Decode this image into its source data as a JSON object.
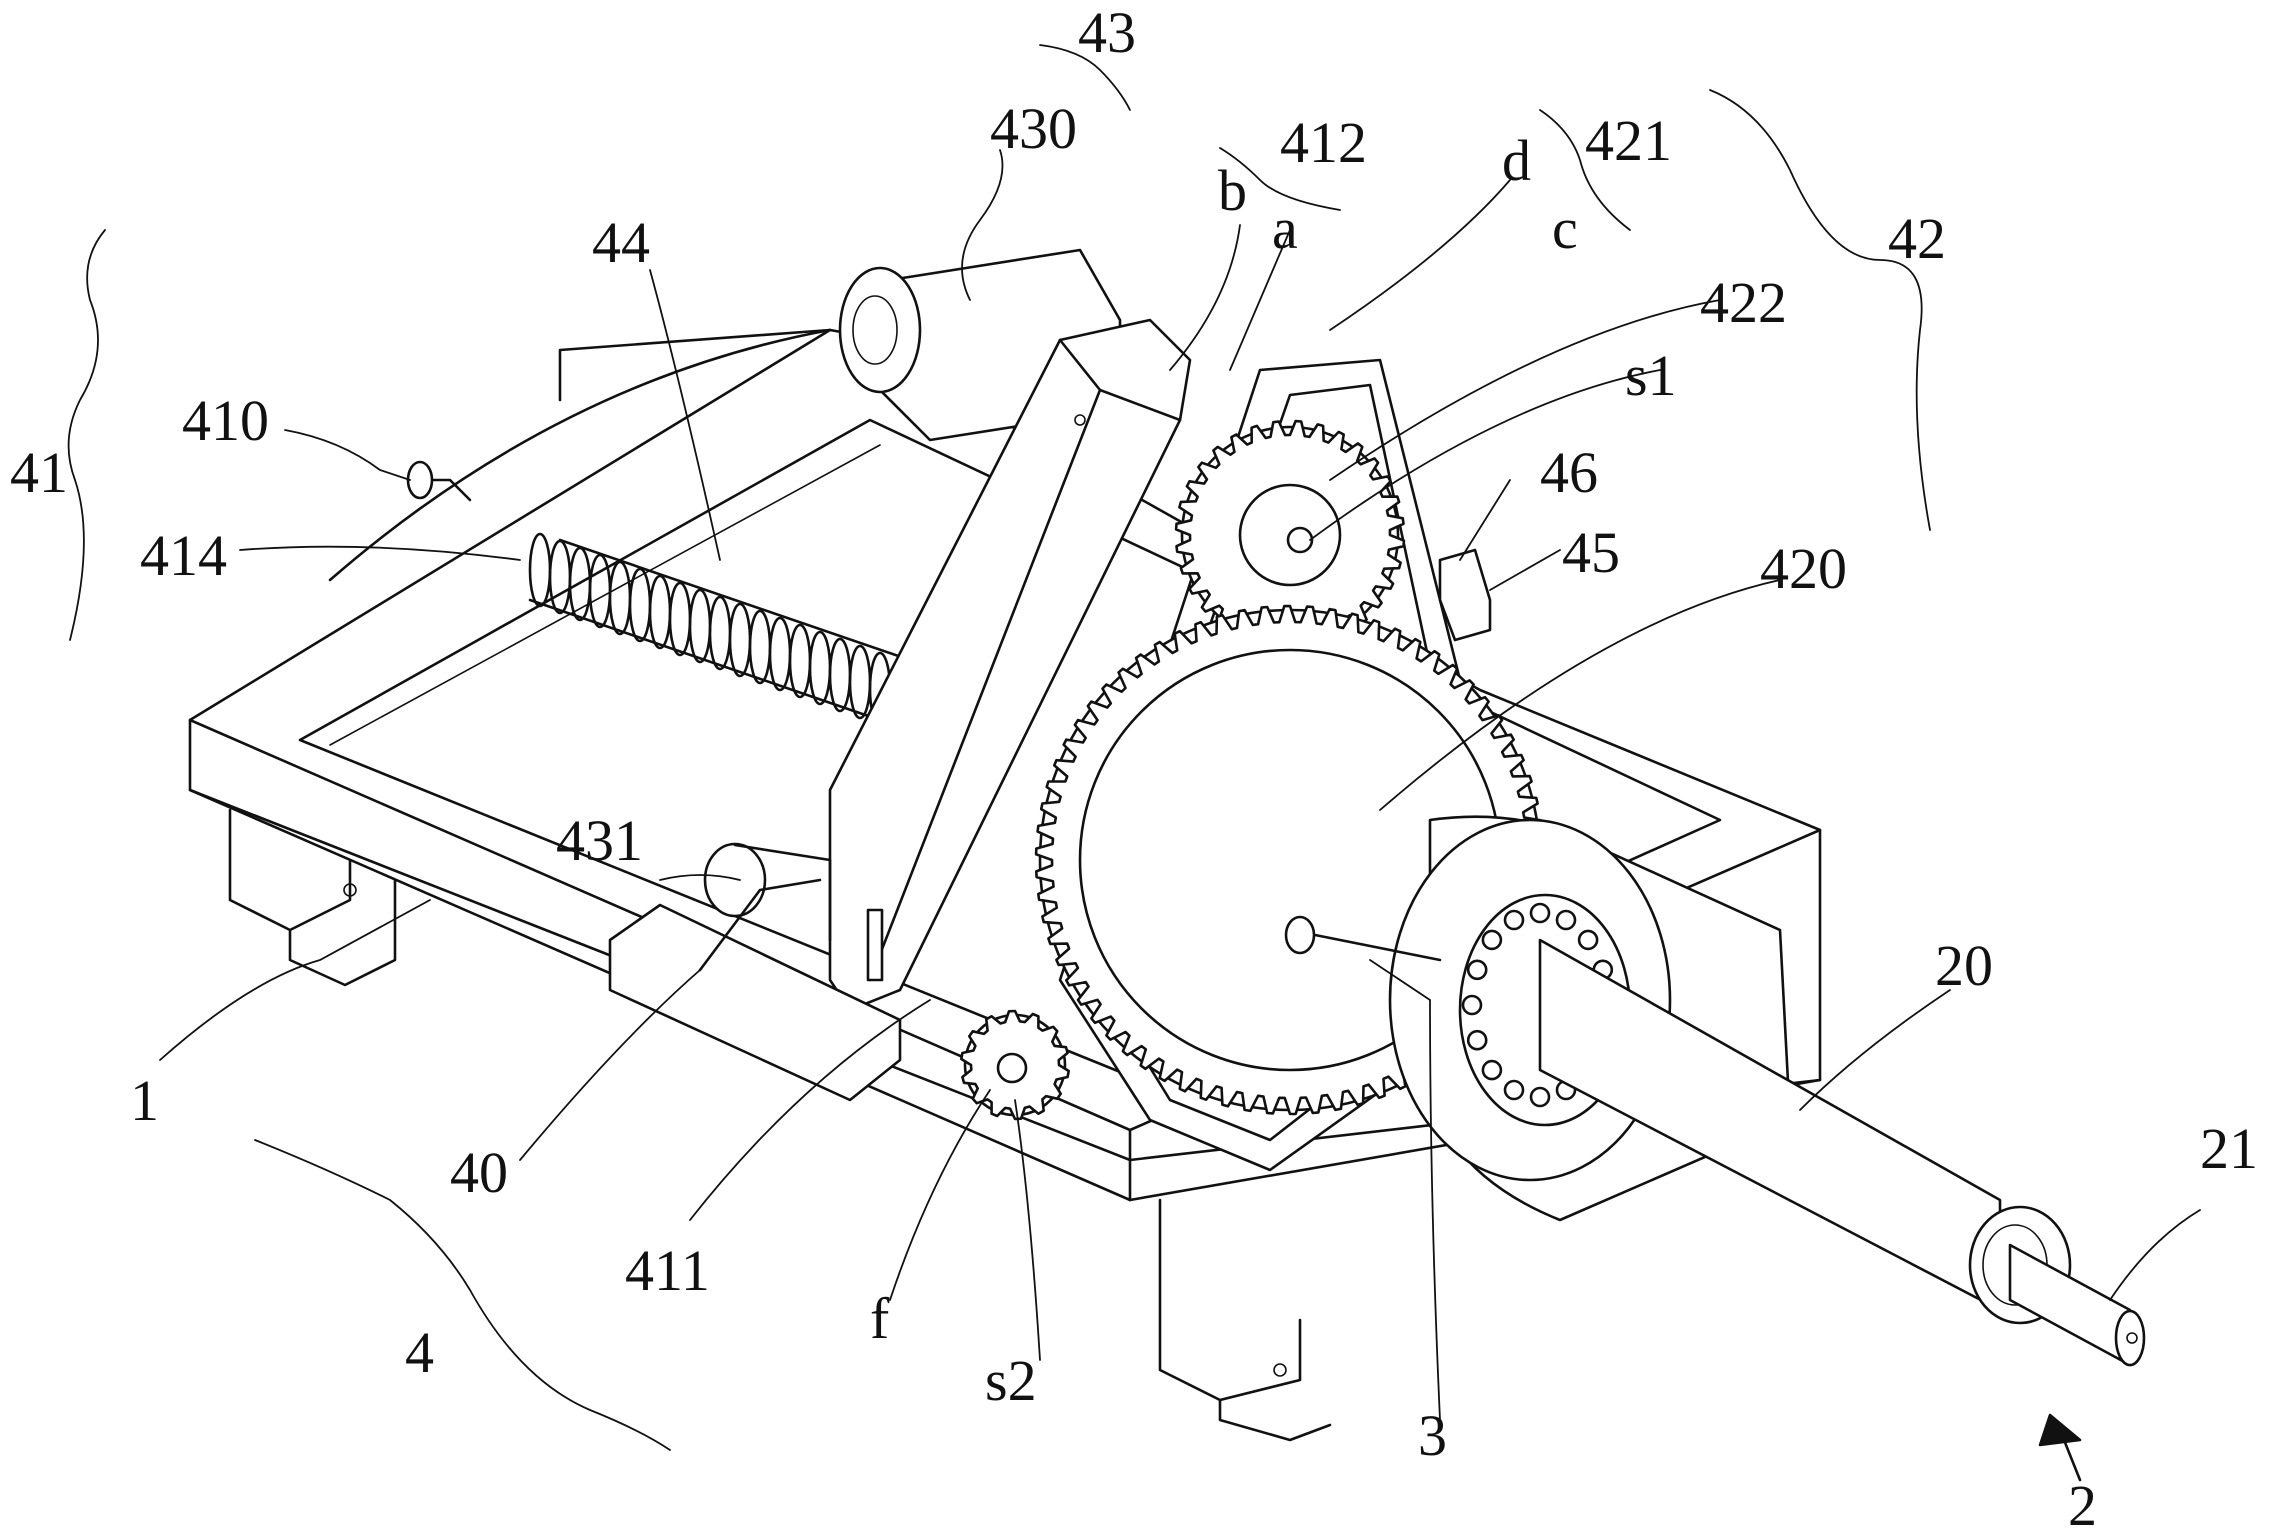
{
  "figure": {
    "labels": [
      {
        "id": "41",
        "text": "41"
      },
      {
        "id": "410",
        "text": "410"
      },
      {
        "id": "414",
        "text": "414"
      },
      {
        "id": "44",
        "text": "44"
      },
      {
        "id": "430",
        "text": "430"
      },
      {
        "id": "43",
        "text": "43"
      },
      {
        "id": "412",
        "text": "412"
      },
      {
        "id": "b",
        "text": "b"
      },
      {
        "id": "a",
        "text": "a"
      },
      {
        "id": "d",
        "text": "d"
      },
      {
        "id": "421",
        "text": "421"
      },
      {
        "id": "c",
        "text": "c"
      },
      {
        "id": "42",
        "text": "42"
      },
      {
        "id": "422",
        "text": "422"
      },
      {
        "id": "s1",
        "text": "s1"
      },
      {
        "id": "46",
        "text": "46"
      },
      {
        "id": "45",
        "text": "45"
      },
      {
        "id": "420",
        "text": "420"
      },
      {
        "id": "431",
        "text": "431"
      },
      {
        "id": "20",
        "text": "20"
      },
      {
        "id": "21",
        "text": "21"
      },
      {
        "id": "1",
        "text": "1"
      },
      {
        "id": "40",
        "text": "40"
      },
      {
        "id": "411",
        "text": "411"
      },
      {
        "id": "f",
        "text": "f"
      },
      {
        "id": "s2",
        "text": "s2"
      },
      {
        "id": "4",
        "text": "4"
      },
      {
        "id": "3",
        "text": "3"
      },
      {
        "id": "2",
        "text": "2"
      }
    ]
  }
}
